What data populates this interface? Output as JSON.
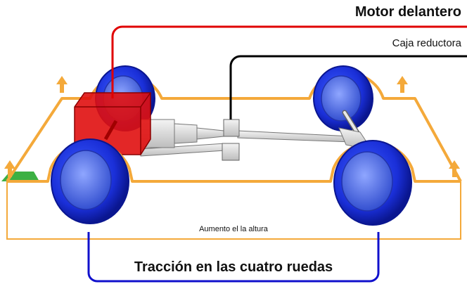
{
  "labels": {
    "front_engine": "Motor delantero",
    "transfer_case": "Caja reductora",
    "height_increase": "Aumento el la altura",
    "four_wheel_drive": "Tracción en las cuatro ruedas"
  },
  "colors": {
    "body_outline": "#f4a93a",
    "engine_line": "#e00000",
    "engine_block": "#e01010",
    "drive_line": "#1010cc",
    "tire": "#1a2fd8",
    "rim": "#4a6ee0",
    "shaft": "#d9d9d9",
    "shaft_outline": "#777777",
    "ground_marker": "#3cb043",
    "callout_line": "#000000"
  }
}
